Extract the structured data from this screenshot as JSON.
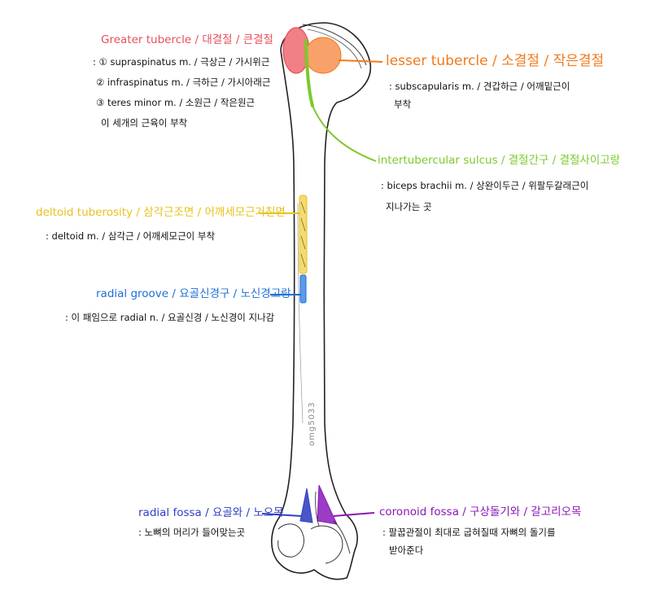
{
  "colors": {
    "greater": "#e8505b",
    "lesser": "#f07a1c",
    "sulcus": "#7cc92c",
    "deltoid": "#e8c21e",
    "radial_groove": "#1f6fd6",
    "radial_fossa": "#2f3fc4",
    "coronoid": "#8a18b6",
    "ink": "#111111"
  },
  "greater_tubercle": {
    "title": "Greater tubercle / 대결절 / 큰결절",
    "notes": [
      ": ① supraspinatus m. / 극상근 / 가시위근",
      "② infraspinatus m. / 극하근 / 가시아래근",
      "③ teres minor m. / 소원근 / 작은원근",
      "이 세개의 근육이 부착"
    ]
  },
  "lesser_tubercle": {
    "title": "lesser tubercle / 소결절 / 작은결절",
    "notes": [
      ": subscapularis m. / 견갑하근 / 어깨밑근이",
      "부착"
    ]
  },
  "intertubercular": {
    "title": "intertubercular sulcus / 결절간구 / 결절사이고랑",
    "notes": [
      ": biceps brachii m. / 상완이두근 / 위팔두갈래근이",
      "지나가는 곳"
    ]
  },
  "deltoid": {
    "title": "deltoid tuberosity / 삼각근조면 / 어깨세모근거친면",
    "notes": [
      ": deltoid m. / 삼각근 / 어깨세모근이 부착"
    ]
  },
  "radial_groove": {
    "title": "radial groove / 요골신경구 / 노신경고랑",
    "notes": [
      ": 이 패임으로 radial n. / 요골신경 / 노신경이 지나감"
    ]
  },
  "radial_fossa": {
    "title": "radial fossa / 요골와 / 노오목",
    "notes": [
      ": 노뼈의 머리가 들어맞는곳"
    ]
  },
  "coronoid": {
    "title": "coronoid fossa / 구상돌기와 / 갈고리오목",
    "notes": [
      ": 팔꿉관절이 최대로 굽혀질때 자뼈의 돌기를",
      "받아준다"
    ]
  },
  "watermark": "omg5033"
}
